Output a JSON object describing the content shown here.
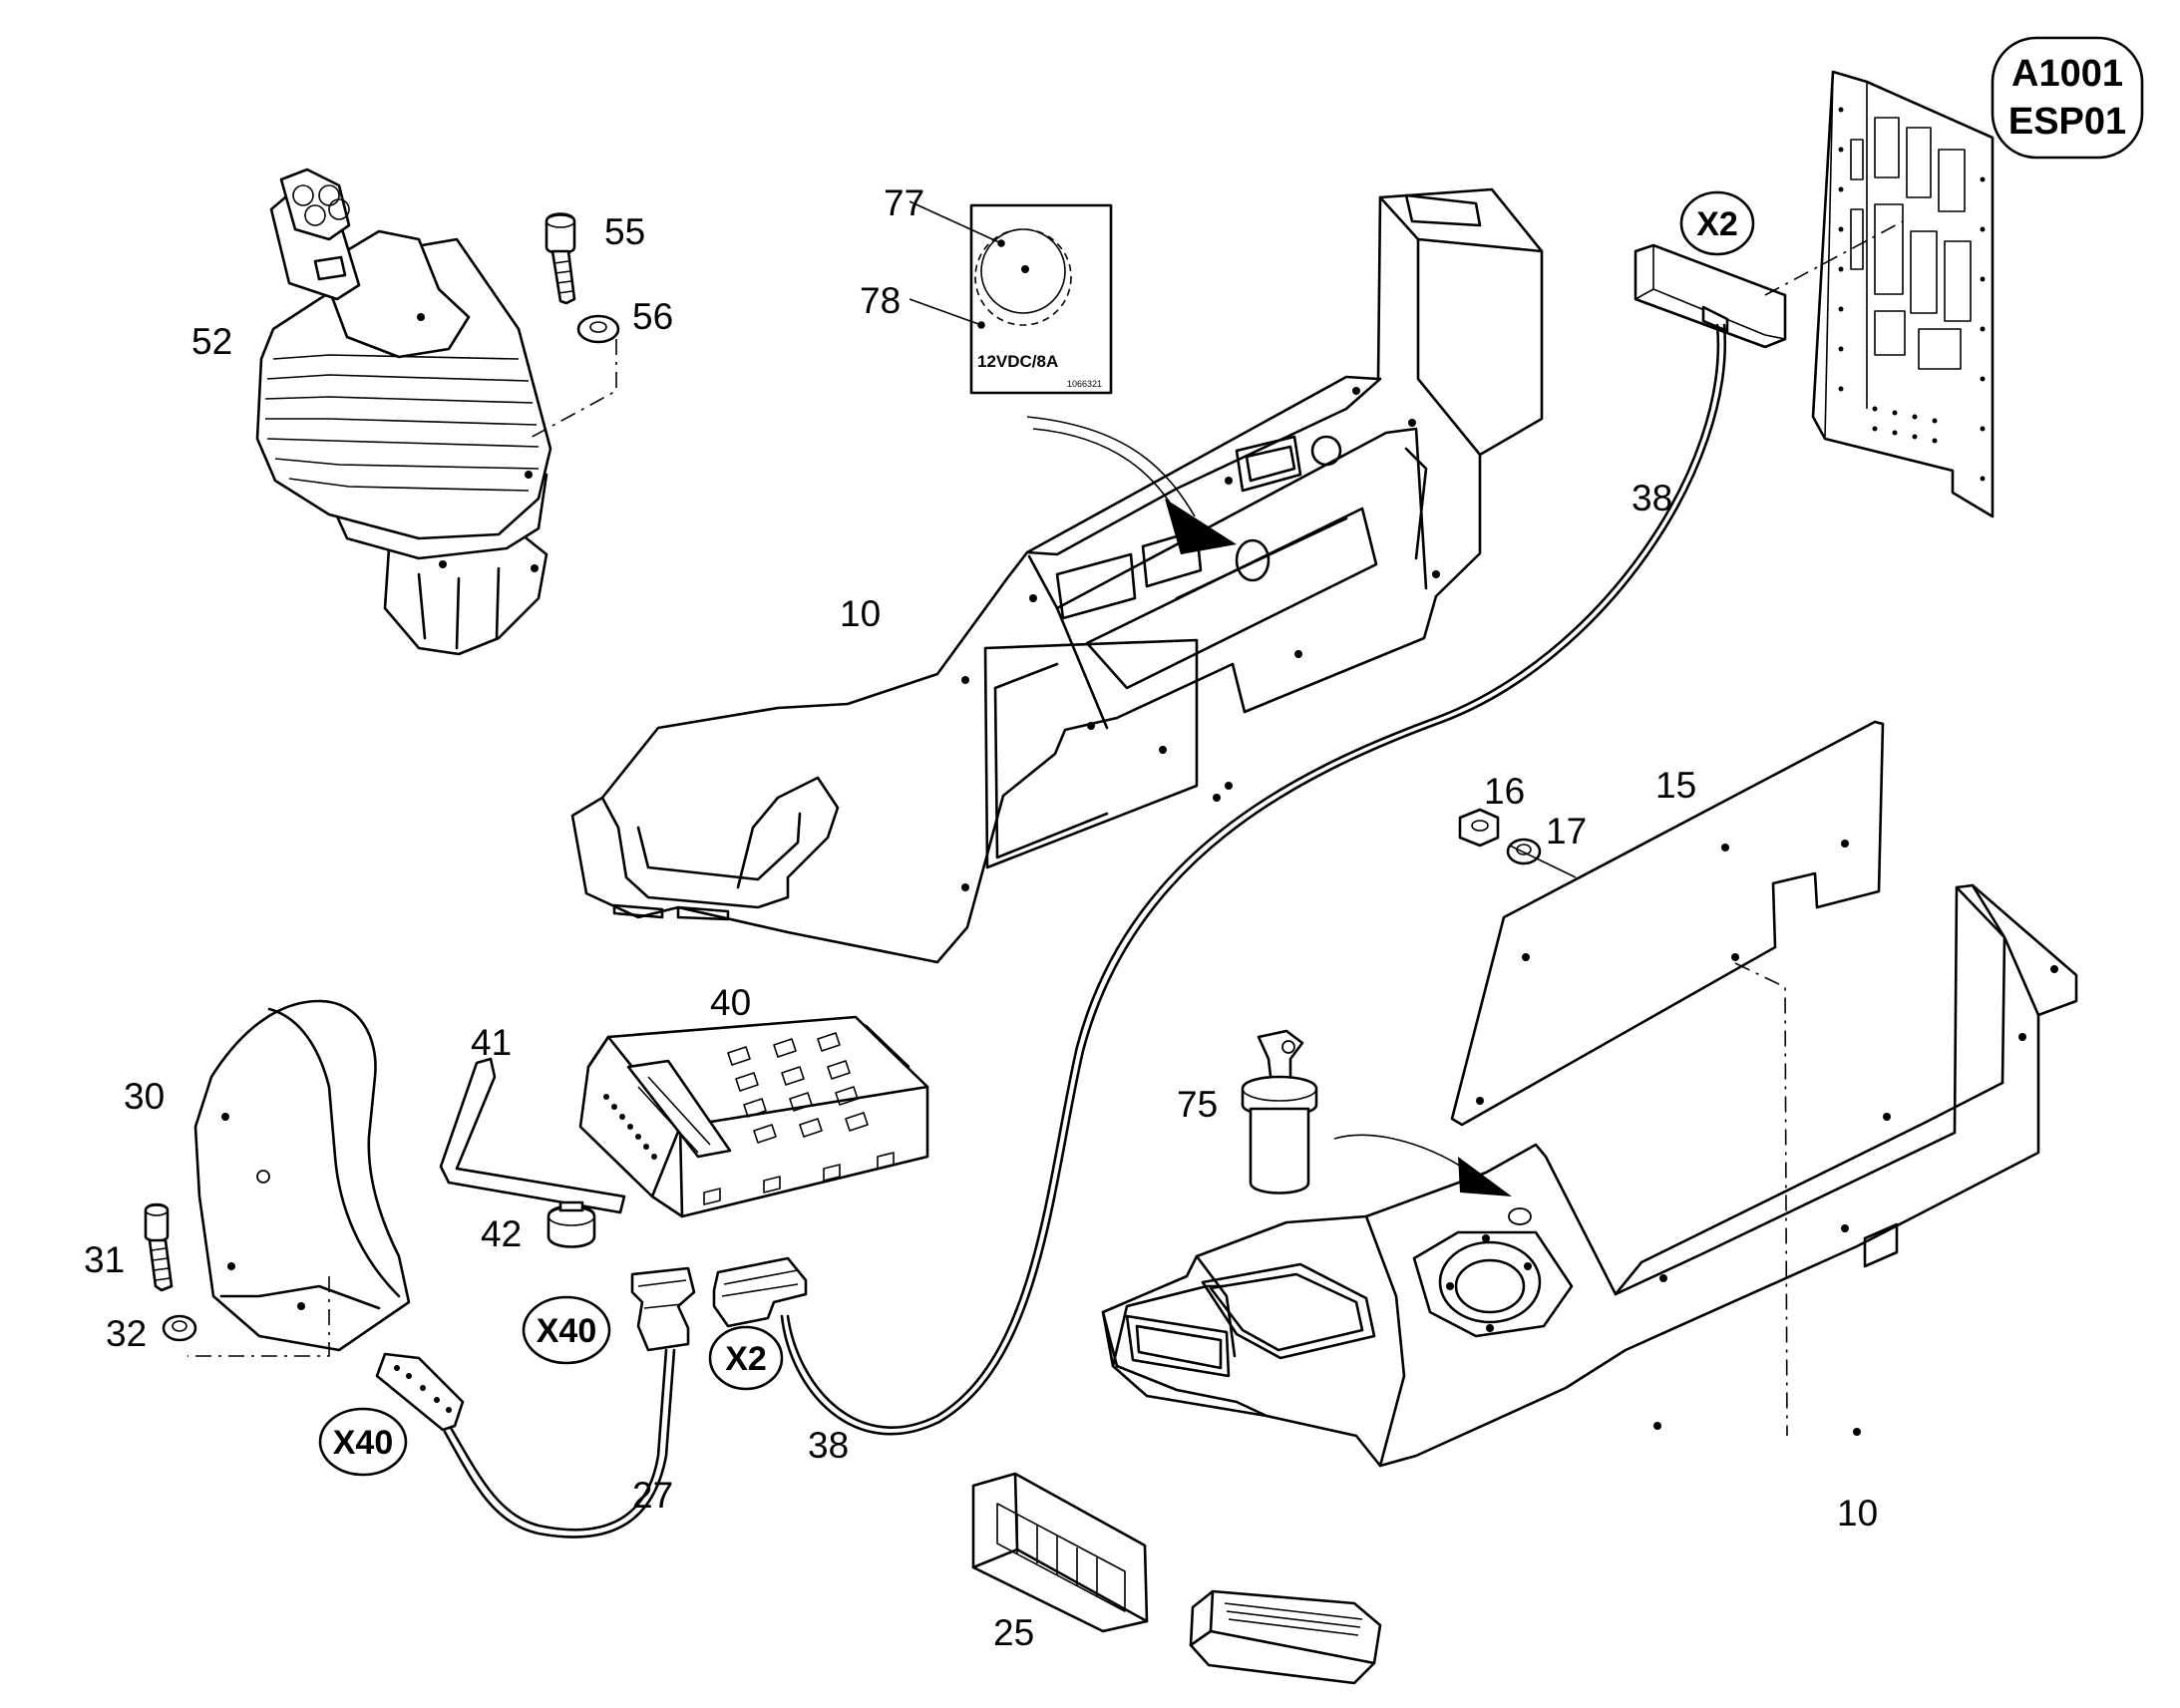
{
  "corner_label": {
    "line1": "A1001",
    "line2": "ESP01"
  },
  "decal": {
    "text": "12VDC/8A",
    "code": "1066321"
  },
  "callouts": {
    "c10_top": "10",
    "c10_bottom": "10",
    "c15": "15",
    "c16": "16",
    "c17": "17",
    "c25": "25",
    "c27": "27",
    "c30": "30",
    "c31": "31",
    "c32": "32",
    "c38_top": "38",
    "c38_bottom": "38",
    "c40": "40",
    "c41": "41",
    "c42": "42",
    "c52": "52",
    "c55": "55",
    "c56": "56",
    "c75": "75",
    "c77": "77",
    "c78": "78"
  },
  "connectors": {
    "x2_top": "X2",
    "x2_bottom": "X2",
    "x40_mid": "X40",
    "x40_left": "X40"
  }
}
